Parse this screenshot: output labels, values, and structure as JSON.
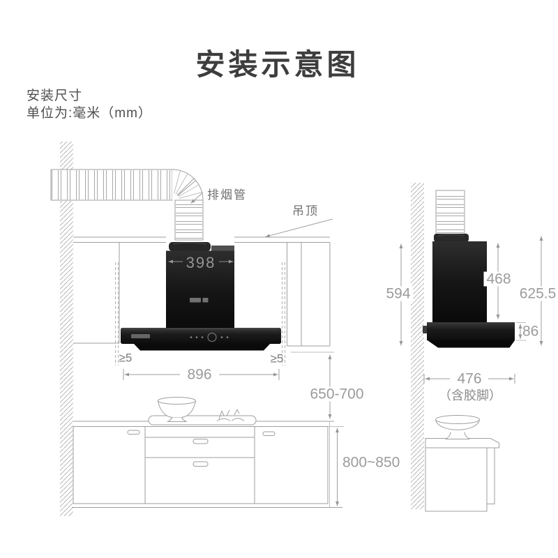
{
  "page": {
    "title": "安装示意图",
    "note_line1": "安装尺寸",
    "note_line2": "单位为:毫米（mm）"
  },
  "front_view": {
    "exhaust_pipe_label": "排烟管",
    "ceiling_label": "吊顶",
    "dim_chimney_width": "398",
    "dim_hood_width": "896",
    "dim_clearance_left": "≥5",
    "dim_clearance_right": "≥5",
    "dim_hood_to_counter": "650-700",
    "dim_counter_height": "800~850"
  },
  "side_view": {
    "dim_hood_height": "594",
    "dim_chimney_height": "468",
    "dim_total_height": "625.5",
    "dim_body_height": "86",
    "dim_depth": "476",
    "dim_depth_note": "（含胶脚）"
  },
  "colors": {
    "line": "#9e9e9e",
    "dimension_text": "#9b9b9b",
    "title_text": "#3d3d3d",
    "hood_black": "#161616",
    "background": "#ffffff"
  }
}
